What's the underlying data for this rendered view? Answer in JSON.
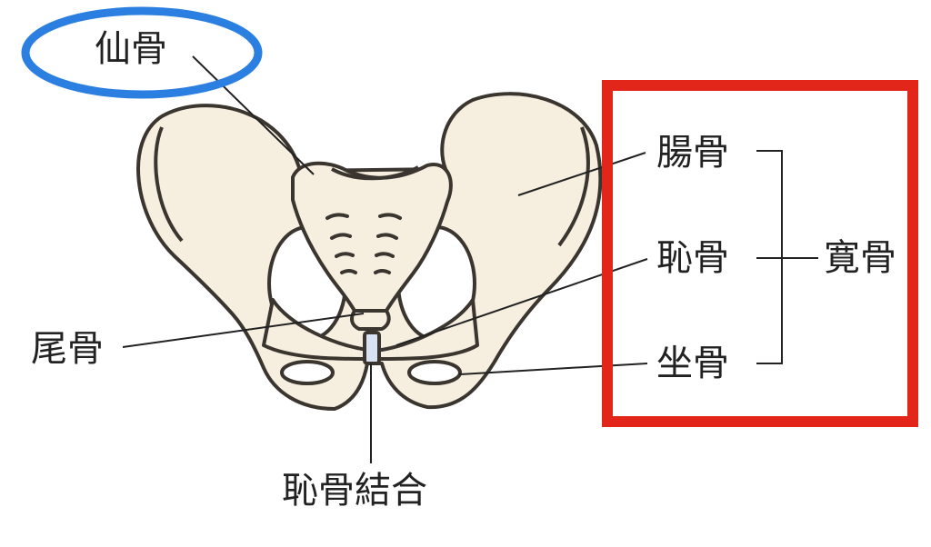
{
  "labels": {
    "sacrum": "仙骨",
    "ilium": "腸骨",
    "pubis": "恥骨",
    "ischium": "坐骨",
    "hip_bone": "寛骨",
    "coccyx": "尾骨",
    "pubic_symphysis": "恥骨結合"
  },
  "colors": {
    "bone_fill": "#f6eedf",
    "outline": "#3b3530",
    "highlight_ellipse": "#2b7fe0",
    "highlight_box": "#e2261a"
  }
}
